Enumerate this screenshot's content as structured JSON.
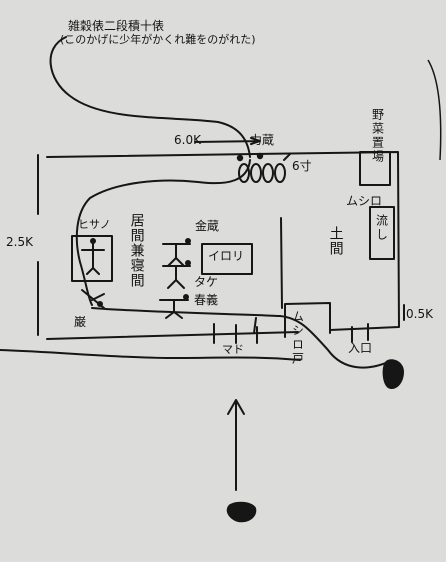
{
  "note": {
    "line1": "雑穀俵二段積十俵",
    "line2": "(このかげに少年がかくれ難をのがれた)"
  },
  "dimensions": {
    "width_top": "6.0K",
    "depth_left": "2.5K",
    "depth_right": "0.5K",
    "bale_height": "6寸"
  },
  "rooms": {
    "living": "居間兼寝間",
    "earth_floor": "土間",
    "vegetable_storage": "野菜置場",
    "mat": "ムシロ",
    "sink": "流し",
    "hearth": "イロリ",
    "window": "マド",
    "mat_door": "ムシロ戸",
    "entrance": "入口"
  },
  "people": {
    "rikizo": "力蔵",
    "kinzo": "金蔵",
    "take": "タケ",
    "haruyoshi": "春義",
    "iwao": "巌",
    "hisano": "ヒサノ"
  }
}
